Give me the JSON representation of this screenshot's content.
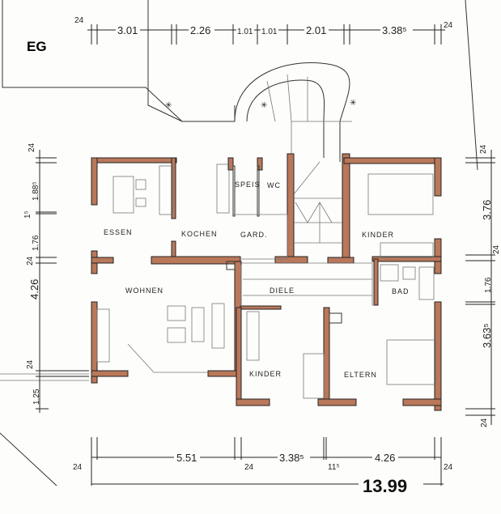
{
  "title": "EG",
  "rooms": {
    "essen": "ESSEN",
    "kochen": "KOCHEN",
    "speis": "SPEIS",
    "wc": "WC",
    "gard": "GARD.",
    "kinder_1": "KINDER",
    "wohnen": "WOHNEN",
    "diele": "DIELE",
    "bad": "BAD",
    "kinder_2": "KINDER",
    "eltern": "ELTERN"
  },
  "dimensions": {
    "top": [
      "24",
      "3.01",
      "2.26",
      "1.01",
      "1.01",
      "2.01",
      "3.38⁵",
      "24"
    ],
    "left": [
      "24",
      "1.88⁵",
      "1⁵",
      "1.76",
      "24",
      "4.26",
      "24",
      "1.25"
    ],
    "right": [
      "24",
      "3.76",
      "24",
      "1.76",
      "3.63⁵",
      "24"
    ],
    "bottom": [
      "24",
      "5.51",
      "24",
      "3.38⁵",
      "11⁵",
      "4.26",
      "24"
    ],
    "total": "13.99"
  },
  "colors": {
    "wall": "#b9785a",
    "line": "#222222"
  }
}
